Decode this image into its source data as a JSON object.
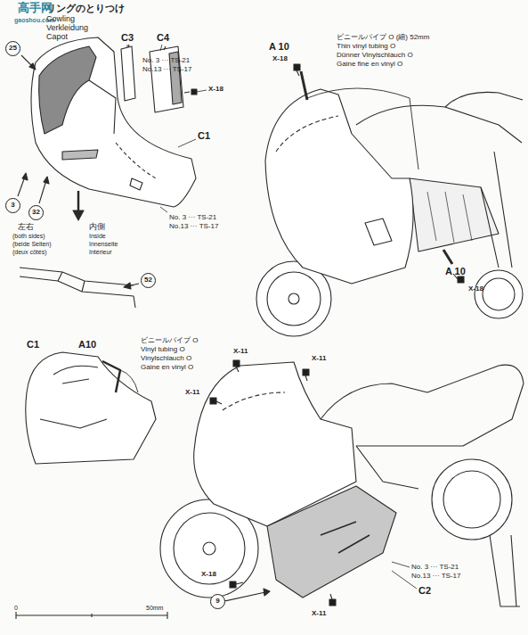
{
  "diagram": {
    "title": "リングのとりつけ",
    "labels": [
      "高手网",
      "gaoshou.com",
      "Cowling",
      "Verkleidung",
      "Capot",
      "25",
      "C3",
      "C4",
      "No. 3 ··· TS-21",
      "No.13 ··· TS-17",
      "X-18",
      "C1",
      "No. 3 ··· TS-21",
      "No.13 ··· TS-17",
      "3",
      "32",
      "左右",
      "(both sides)",
      "(beide Seiten)",
      "(deux côtés)",
      "内側",
      "Inside",
      "Innenseite",
      "Intérieur",
      "52",
      "A 10",
      "X-18",
      "ビニールパイプ O (細) 52mm",
      "Thin vinyl tubing O",
      "Dünner Vinylschlauch O",
      "Gaine fine en vinyl O",
      "A 10",
      "X-18",
      "C1",
      "A10",
      "ビニールパイプ O",
      "Vinyl tubing O",
      "Vinylschlauch O",
      "Gaine en vinyl O",
      "X-11",
      "X-11",
      "X-11",
      "X-18",
      "9",
      "No. 3 ··· TS-21",
      "No.13 ··· TS-17",
      "C2",
      "X-11",
      "0",
      "50mm"
    ]
  }
}
